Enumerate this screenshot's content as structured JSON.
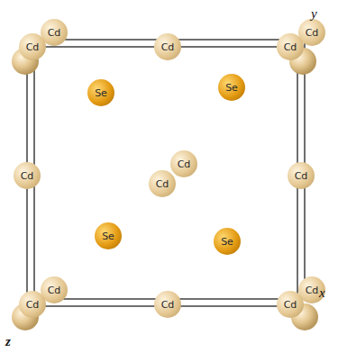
{
  "diagram": {
    "nodes": [
      {
        "text": [
          "Cd"
        ]
      },
      {
        "text": [
          "Cd"
        ]
      },
      {
        "text": [
          "Cd"
        ]
      },
      {
        "text": [
          "Cd"
        ]
      },
      {
        "text": [
          "Cd"
        ]
      },
      {
        "text": [
          "Se"
        ]
      },
      {
        "text": [
          "Se"
        ]
      },
      {
        "text": [
          "Cd"
        ]
      },
      {
        "text": [
          "Cd"
        ]
      },
      {
        "text": [
          "Cd"
        ]
      },
      {
        "text": [
          "Cd"
        ]
      },
      {
        "text": [
          "Se"
        ]
      },
      {
        "text": [
          "Se"
        ]
      },
      {
        "text": [
          "Cd"
        ]
      },
      {
        "text": [
          "Cd"
        ]
      },
      {
        "text": [
          "Cd"
        ]
      },
      {
        "text": [
          "Cd"
        ]
      },
      {
        "text": [
          "Cd"
        ]
      }
    ],
    "labels": [
      "y",
      "x",
      "z"
    ]
  }
}
